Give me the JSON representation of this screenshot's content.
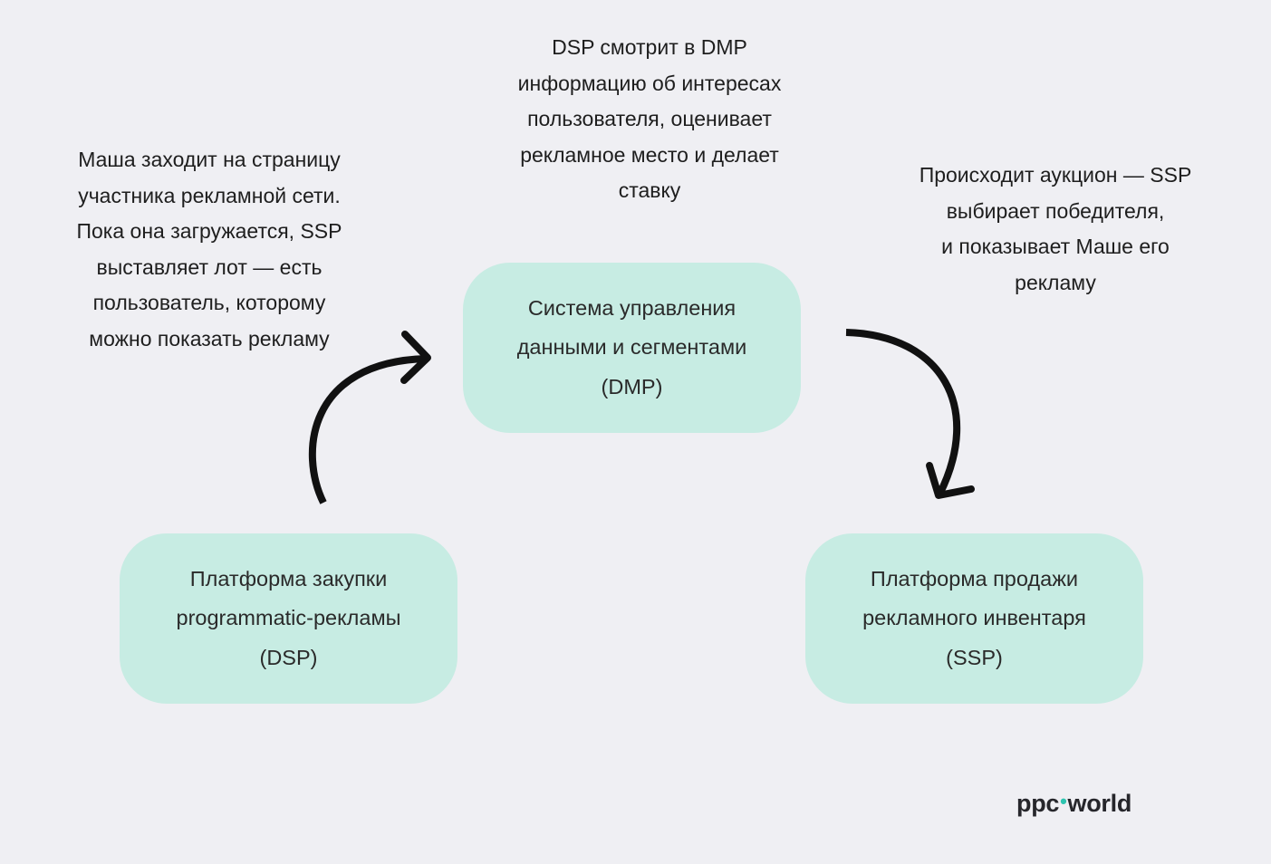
{
  "notes": {
    "left": "Маша заходит на страницу\nучастника рекламной сети.\nПока она загружается, SSP\nвыставляет лот — есть\nпользователь, которому\nможно показать рекламу",
    "top": "DSP смотрит в DMP\nинформацию об интересах\nпользователя, оценивает\nрекламное место и делает\nставку",
    "right": "Происходит аукцион — SSP\nвыбирает победителя,\nи показывает Маше его\nрекламу"
  },
  "boxes": {
    "dmp": "Система управления\nданными и сегментами\n(DMP)",
    "dsp": "Платформа закупки\nprogrammatic-рекламы\n(DSP)",
    "ssp": "Платформа продажи\nрекламного инвентаря\n(SSP)"
  },
  "logo": {
    "part1": "ppc",
    "dot": "•",
    "part2": "world"
  },
  "colors": {
    "background": "#efeff3",
    "box_fill": "#c7ece3",
    "arrow": "#111111",
    "logo_accent": "#2ec4b0"
  }
}
